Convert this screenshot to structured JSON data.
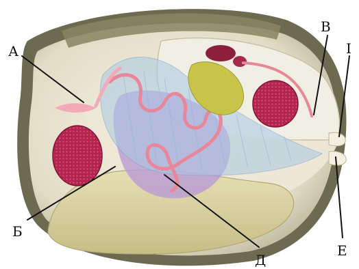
{
  "labels": {
    "A": "А",
    "B": "Б",
    "V": "В",
    "I": "I",
    "D": "Д",
    "E": "Е"
  },
  "colors": {
    "shell_outer": "#6d6a52",
    "shell_inner": "#e7e2d0",
    "mantle": "#f4efe0",
    "foot": "#d8cf9c",
    "adductor_muscle": "#b3244f",
    "gill": "#a9c9e4",
    "visceral_mass": "#b99bd6",
    "intestine": "#e8879a",
    "liver": "#c8c44a",
    "heart": "#8c1f3a"
  }
}
